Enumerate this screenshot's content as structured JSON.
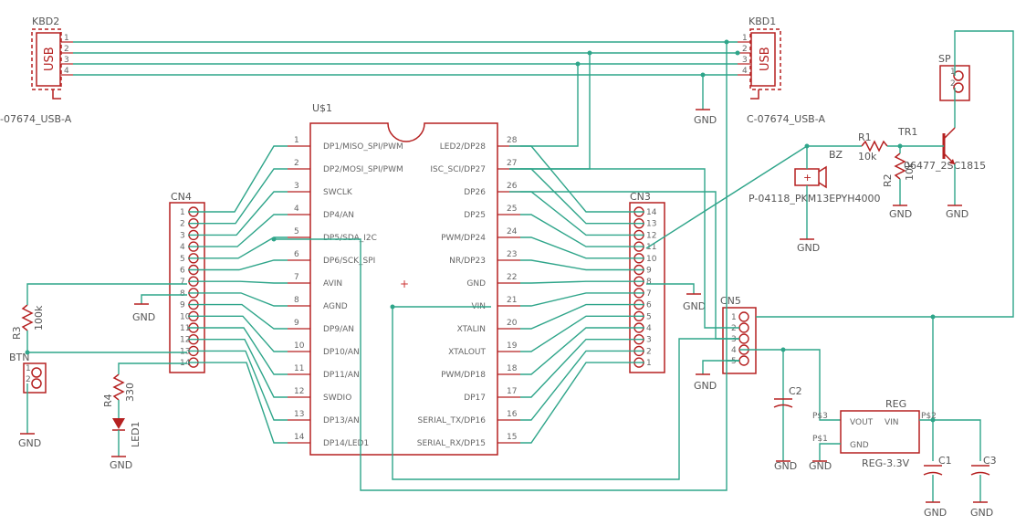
{
  "colors": {
    "wire": "#2fa58a",
    "part": "#b52020",
    "text": "#555555",
    "junction": "#2fa58a"
  },
  "kbd2": {
    "name": "KBD2",
    "label": "USB",
    "value": "-07674_USB-A",
    "pins": [
      "1",
      "2",
      "3",
      "4"
    ]
  },
  "kbd1": {
    "name": "KBD1",
    "label": "USB",
    "value": "C-07674_USB-A",
    "pins": [
      "1",
      "2",
      "3",
      "4"
    ]
  },
  "u1": {
    "name": "U$1",
    "left": [
      {
        "num": "1",
        "label": "DP1/MISO_SPI/PWM"
      },
      {
        "num": "2",
        "label": "DP2/MOSI_SPI/PWM"
      },
      {
        "num": "3",
        "label": "SWCLK"
      },
      {
        "num": "4",
        "label": "DP4/AN"
      },
      {
        "num": "5",
        "label": "DP5/SDA_I2C"
      },
      {
        "num": "6",
        "label": "DP6/SCK_SPI"
      },
      {
        "num": "7",
        "label": "AVIN"
      },
      {
        "num": "8",
        "label": "AGND"
      },
      {
        "num": "9",
        "label": "DP9/AN"
      },
      {
        "num": "10",
        "label": "DP10/AN"
      },
      {
        "num": "11",
        "label": "DP11/AN"
      },
      {
        "num": "12",
        "label": "SWDIO"
      },
      {
        "num": "13",
        "label": "DP13/AN"
      },
      {
        "num": "14",
        "label": "DP14/LED1"
      }
    ],
    "right": [
      {
        "num": "28",
        "label": "LED2/DP28"
      },
      {
        "num": "27",
        "label": "ISC_SCI/DP27"
      },
      {
        "num": "26",
        "label": "DP26"
      },
      {
        "num": "25",
        "label": "DP25"
      },
      {
        "num": "24",
        "label": "PWM/DP24"
      },
      {
        "num": "23",
        "label": "NR/DP23"
      },
      {
        "num": "22",
        "label": "GND"
      },
      {
        "num": "21",
        "label": "VIN"
      },
      {
        "num": "20",
        "label": "XTALIN"
      },
      {
        "num": "19",
        "label": "XTALOUT"
      },
      {
        "num": "18",
        "label": "PWM/DP18"
      },
      {
        "num": "17",
        "label": "DP17"
      },
      {
        "num": "16",
        "label": "SERIAL_TX/DP16"
      },
      {
        "num": "15",
        "label": "SERIAL_RX/DP15"
      }
    ]
  },
  "cn4": {
    "name": "CN4",
    "pins": [
      "1",
      "2",
      "3",
      "4",
      "5",
      "6",
      "7",
      "8",
      "9",
      "10",
      "11",
      "12",
      "13",
      "14"
    ]
  },
  "cn3": {
    "name": "CN3",
    "pins": [
      "14",
      "13",
      "12",
      "11",
      "10",
      "9",
      "8",
      "7",
      "6",
      "5",
      "4",
      "3",
      "2",
      "1"
    ]
  },
  "cn5": {
    "name": "CN5",
    "pins": [
      "1",
      "2",
      "3",
      "4",
      "5"
    ]
  },
  "sp": {
    "name": "SP",
    "pins": [
      "1",
      "2"
    ]
  },
  "btn": {
    "name": "BTN",
    "pins": [
      "1",
      "2"
    ]
  },
  "r1": {
    "name": "R1",
    "value": "10k"
  },
  "r2": {
    "name": "R2",
    "value": "10k"
  },
  "r3": {
    "name": "R3",
    "value": "100k"
  },
  "r4": {
    "name": "R4",
    "value": "330"
  },
  "led1": {
    "name": "LED1"
  },
  "tr1": {
    "name": "TR1",
    "value": "06477_2SC1815"
  },
  "bz": {
    "name": "BZ",
    "value": "P-04118_PKM13EPYH4000",
    "plus": "+"
  },
  "c1": {
    "name": "C1"
  },
  "c2": {
    "name": "C2"
  },
  "c3": {
    "name": "C3"
  },
  "reg": {
    "name": "REG",
    "value": "REG-3.3V",
    "vout": "VOUT",
    "vin": "VIN",
    "gnd": "GND",
    "p3": "P$3",
    "p1": "P$1",
    "p2": "P$2"
  },
  "gnd_label": "GND",
  "plus_mark": "+"
}
